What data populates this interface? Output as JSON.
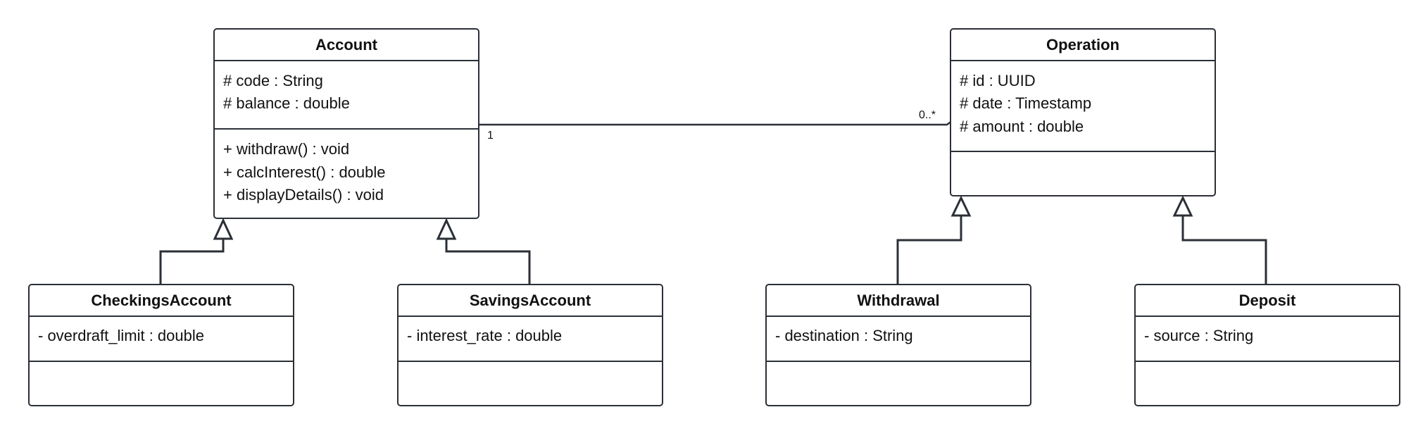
{
  "classes": {
    "account": {
      "name": "Account",
      "attributes": [
        "# code : String",
        "# balance : double"
      ],
      "methods": [
        "+ withdraw() : void",
        "+ calcInterest() : double",
        "+ displayDetails() : void"
      ]
    },
    "operation": {
      "name": "Operation",
      "attributes": [
        "# id : UUID",
        "# date : Timestamp",
        "# amount : double"
      ],
      "methods": []
    },
    "checkings": {
      "name": "CheckingsAccount",
      "attributes": [
        "- overdraft_limit : double"
      ],
      "methods": []
    },
    "savings": {
      "name": "SavingsAccount",
      "attributes": [
        "- interest_rate : double"
      ],
      "methods": []
    },
    "withdrawal": {
      "name": "Withdrawal",
      "attributes": [
        "- destination : String"
      ],
      "methods": []
    },
    "deposit": {
      "name": "Deposit",
      "attributes": [
        "- source : String"
      ],
      "methods": []
    }
  },
  "association": {
    "from": "Account",
    "to": "Operation",
    "from_multiplicity": "1",
    "to_multiplicity": "0..*"
  },
  "generalizations": [
    {
      "child": "CheckingsAccount",
      "parent": "Account"
    },
    {
      "child": "SavingsAccount",
      "parent": "Account"
    },
    {
      "child": "Withdrawal",
      "parent": "Operation"
    },
    {
      "child": "Deposit",
      "parent": "Operation"
    }
  ],
  "colors": {
    "stroke": "#2b2f36",
    "background": "#ffffff"
  }
}
